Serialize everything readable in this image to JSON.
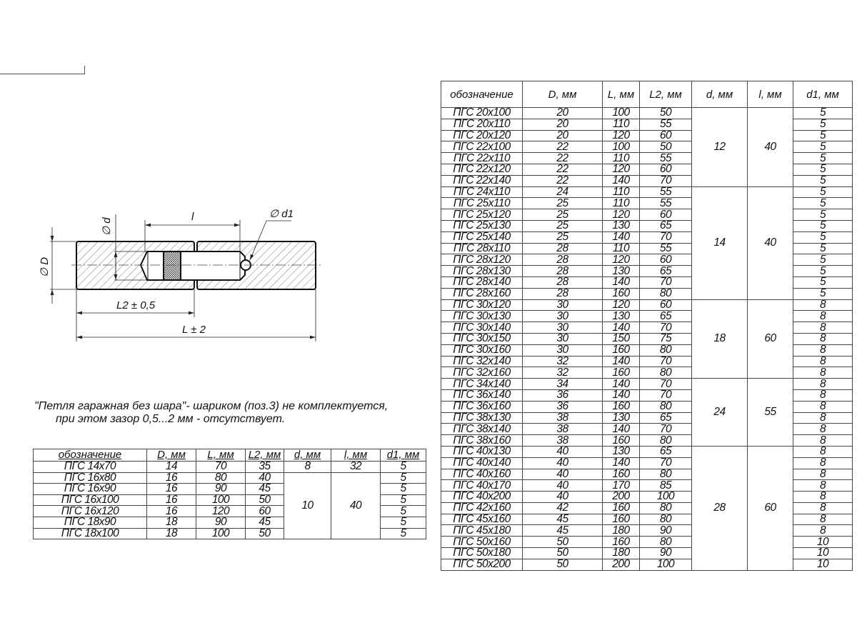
{
  "drawing": {
    "labels": {
      "l": "l",
      "phi_d": "∅ d",
      "phi_d1": "∅ d1",
      "phi_D": "∅ D",
      "L2": "L2 ± 0,5",
      "L": "L ± 2"
    }
  },
  "note": {
    "line1": "\"Петля гаражная без шара\"- шариком (поз.3) не комплектуется,",
    "line2": "при этом зазор 0,5...2 мм - отсутствует."
  },
  "headers": [
    "обозначение",
    "D, мм",
    "L, мм",
    "L2, мм",
    "d, мм",
    "l, мм",
    "d1, мм"
  ],
  "small_table": {
    "groups": [
      {
        "d": "8",
        "l": "32",
        "rows": [
          [
            "ПГС 14x70",
            "14",
            "70",
            "35",
            "5"
          ]
        ]
      },
      {
        "d": "10",
        "l": "40",
        "rows": [
          [
            "ПГС 16x80",
            "16",
            "80",
            "40",
            "5"
          ],
          [
            "ПГС 16x90",
            "16",
            "90",
            "45",
            "5"
          ],
          [
            "ПГС 16x100",
            "16",
            "100",
            "50",
            "5"
          ],
          [
            "ПГС 16x120",
            "16",
            "120",
            "60",
            "5"
          ],
          [
            "ПГС 18x90",
            "18",
            "90",
            "45",
            "5"
          ],
          [
            "ПГС 18x100",
            "18",
            "100",
            "50",
            "5"
          ]
        ]
      }
    ]
  },
  "big_table": {
    "groups": [
      {
        "d": "12",
        "l": "40",
        "rows": [
          [
            "ПГС 20x100",
            "20",
            "100",
            "50",
            "5"
          ],
          [
            "ПГС 20x110",
            "20",
            "110",
            "55",
            "5"
          ],
          [
            "ПГС 20x120",
            "20",
            "120",
            "60",
            "5"
          ],
          [
            "ПГС 22x100",
            "22",
            "100",
            "50",
            "5"
          ],
          [
            "ПГС 22x110",
            "22",
            "110",
            "55",
            "5"
          ],
          [
            "ПГС 22x120",
            "22",
            "120",
            "60",
            "5"
          ],
          [
            "ПГС 22x140",
            "22",
            "140",
            "70",
            "5"
          ]
        ]
      },
      {
        "d": "14",
        "l": "40",
        "rows": [
          [
            "ПГС 24x110",
            "24",
            "110",
            "55",
            "5"
          ],
          [
            "ПГС 25x110",
            "25",
            "110",
            "55",
            "5"
          ],
          [
            "ПГС 25x120",
            "25",
            "120",
            "60",
            "5"
          ],
          [
            "ПГС 25x130",
            "25",
            "130",
            "65",
            "5"
          ],
          [
            "ПГС 25x140",
            "25",
            "140",
            "70",
            "5"
          ],
          [
            "ПГС 28x110",
            "28",
            "110",
            "55",
            "5"
          ],
          [
            "ПГС 28x120",
            "28",
            "120",
            "60",
            "5"
          ],
          [
            "ПГС 28x130",
            "28",
            "130",
            "65",
            "5"
          ],
          [
            "ПГС 28x140",
            "28",
            "140",
            "70",
            "5"
          ],
          [
            "ПГС 28x160",
            "28",
            "160",
            "80",
            "5"
          ]
        ]
      },
      {
        "d": "18",
        "l": "60",
        "rows": [
          [
            "ПГС 30x120",
            "30",
            "120",
            "60",
            "8"
          ],
          [
            "ПГС 30x130",
            "30",
            "130",
            "65",
            "8"
          ],
          [
            "ПГС 30x140",
            "30",
            "140",
            "70",
            "8"
          ],
          [
            "ПГС 30x150",
            "30",
            "150",
            "75",
            "8"
          ],
          [
            "ПГС 30x160",
            "30",
            "160",
            "80",
            "8"
          ],
          [
            "ПГС 32x140",
            "32",
            "140",
            "70",
            "8"
          ],
          [
            "ПГС 32x160",
            "32",
            "160",
            "80",
            "8"
          ]
        ]
      },
      {
        "d": "24",
        "l": "55",
        "rows": [
          [
            "ПГС 34x140",
            "34",
            "140",
            "70",
            "8"
          ],
          [
            "ПГС 36x140",
            "36",
            "140",
            "70",
            "8"
          ],
          [
            "ПГС 36x160",
            "36",
            "160",
            "80",
            "8"
          ],
          [
            "ПГС 38x130",
            "38",
            "130",
            "65",
            "8"
          ],
          [
            "ПГС 38x140",
            "38",
            "140",
            "70",
            "8"
          ],
          [
            "ПГС 38x160",
            "38",
            "160",
            "80",
            "8"
          ]
        ]
      },
      {
        "d": "28",
        "l": "60",
        "rows": [
          [
            "ПГС 40x130",
            "40",
            "130",
            "65",
            "8"
          ],
          [
            "ПГС 40x140",
            "40",
            "140",
            "70",
            "8"
          ],
          [
            "ПГС 40x160",
            "40",
            "160",
            "80",
            "8"
          ],
          [
            "ПГС 40x170",
            "40",
            "170",
            "85",
            "8"
          ],
          [
            "ПГС 40x200",
            "40",
            "200",
            "100",
            "8"
          ],
          [
            "ПГС 42x160",
            "42",
            "160",
            "80",
            "8"
          ],
          [
            "ПГС 45x160",
            "45",
            "160",
            "80",
            "8"
          ],
          [
            "ПГС 45x180",
            "45",
            "180",
            "90",
            "8"
          ],
          [
            "ПГС 50x160",
            "50",
            "160",
            "80",
            "10"
          ],
          [
            "ПГС 50x180",
            "50",
            "180",
            "90",
            "10"
          ],
          [
            "ПГС 50x200",
            "50",
            "200",
            "100",
            "10"
          ]
        ]
      }
    ]
  }
}
